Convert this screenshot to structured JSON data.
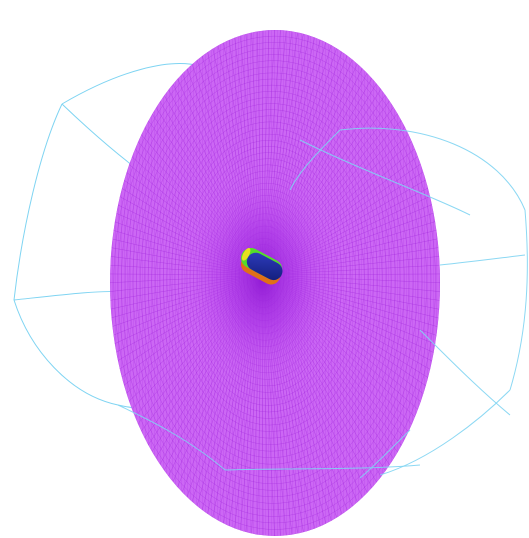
{
  "colors": {
    "background": "#ffffff",
    "mesh_fill": "#c65cf2",
    "mesh_line_dark": "#9b1fd8",
    "mesh_line_light": "#e7a3ff",
    "mesh_core": "#a12de0",
    "wireframe": "#7fd4f2",
    "body_navy": "#1c2a9a",
    "body_green": "#55dd2a",
    "body_yellow": "#e8e020",
    "body_orange": "#e07018"
  },
  "scene": {
    "objects": [
      {
        "name": "computational-mesh-disc",
        "icon": "ellipse-mesh"
      },
      {
        "name": "outer-boundary-wireframe",
        "icon": "wireframe-shell"
      },
      {
        "name": "body-surface",
        "icon": "capsule-body"
      }
    ]
  }
}
